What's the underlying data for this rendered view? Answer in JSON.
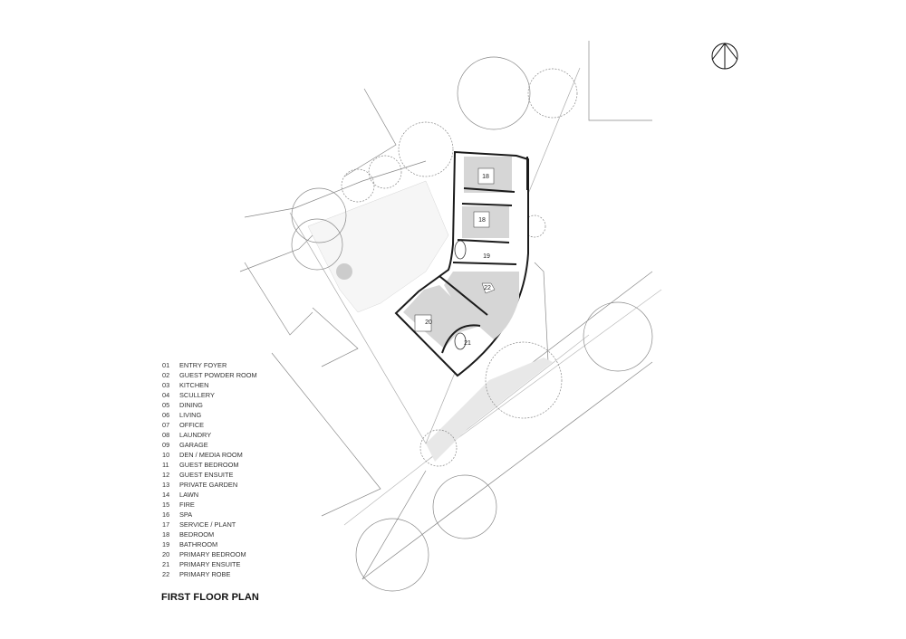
{
  "title": "FIRST FLOOR PLAN",
  "north_arrow": "north-arrow-icon",
  "legend": [
    {
      "num": "01",
      "label": "ENTRY FOYER"
    },
    {
      "num": "02",
      "label": "GUEST POWDER ROOM"
    },
    {
      "num": "03",
      "label": "KITCHEN"
    },
    {
      "num": "04",
      "label": "SCULLERY"
    },
    {
      "num": "05",
      "label": "DINING"
    },
    {
      "num": "06",
      "label": "LIVING"
    },
    {
      "num": "07",
      "label": "OFFICE"
    },
    {
      "num": "08",
      "label": "LAUNDRY"
    },
    {
      "num": "09",
      "label": "GARAGE"
    },
    {
      "num": "10",
      "label": "DEN / MEDIA ROOM"
    },
    {
      "num": "11",
      "label": "GUEST BEDROOM"
    },
    {
      "num": "12",
      "label": "GUEST ENSUITE"
    },
    {
      "num": "13",
      "label": "PRIVATE GARDEN"
    },
    {
      "num": "14",
      "label": "LAWN"
    },
    {
      "num": "15",
      "label": "FIRE"
    },
    {
      "num": "16",
      "label": "SPA"
    },
    {
      "num": "17",
      "label": "SERVICE / PLANT"
    },
    {
      "num": "18",
      "label": "BEDROOM"
    },
    {
      "num": "19",
      "label": "BATHROOM"
    },
    {
      "num": "20",
      "label": "PRIMARY BEDROOM"
    },
    {
      "num": "21",
      "label": "PRIMARY ENSUITE"
    },
    {
      "num": "22",
      "label": "PRIMARY ROBE"
    }
  ],
  "room_tags": {
    "bedroom_a": "18",
    "bedroom_b": "18",
    "bathroom": "19",
    "robe": "22",
    "primary_bedroom": "20",
    "primary_ensuite": "21"
  },
  "colors": {
    "wall": "#1a1a1a",
    "room_fill": "#d6d6d6",
    "tree": "#888888"
  }
}
